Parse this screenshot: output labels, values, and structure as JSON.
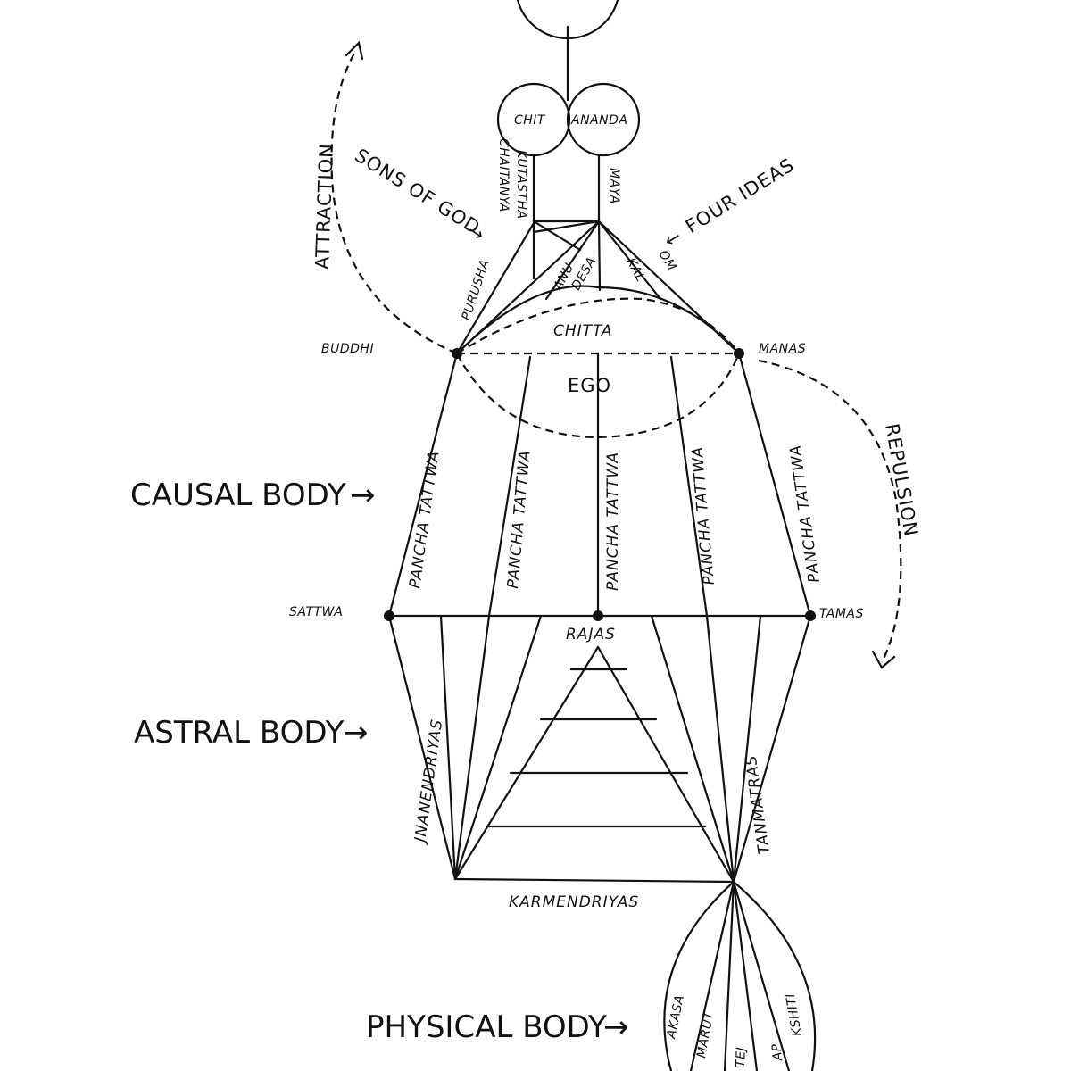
{
  "labels": {
    "chit": "CHIT",
    "ananda": "ANANDA",
    "chaitanya": "CHAITANYA",
    "kutastha": "KUTASTHA",
    "maya": "MAYA",
    "sons_of_god": "SONS OF GOD",
    "four_ideas": "FOUR IDEAS",
    "attraction": "ATTRACTION",
    "purusha": "PURUSHA",
    "desa": "DESA",
    "anu": "ANU",
    "kal": "KAL",
    "om": "OM",
    "chitta": "CHITTA",
    "buddhi": "BUDDHI",
    "manas": "MANAS",
    "ego": "EGO",
    "causal_body": "CAUSAL BODY",
    "repulsion": "REPULSION",
    "pancha_tattwa": "PANCHA TATTWA",
    "sattwa": "SATTWA",
    "rajas": "RAJAS",
    "tamas": "TAMAS",
    "astral_body": "ASTRAL BODY",
    "jnanendriyas": "JNANENDRIYAS",
    "tanmatras": "TANMATRAS",
    "karmendriyas": "KARMENDRIYAS",
    "physical_body": "PHYSICAL BODY",
    "akasa": "AKASA",
    "marut": "MARUT",
    "tej": "TEJ",
    "ap": "AP",
    "kshiti": "KSHITI"
  },
  "arrows": {
    "right": "→",
    "left": "←"
  }
}
